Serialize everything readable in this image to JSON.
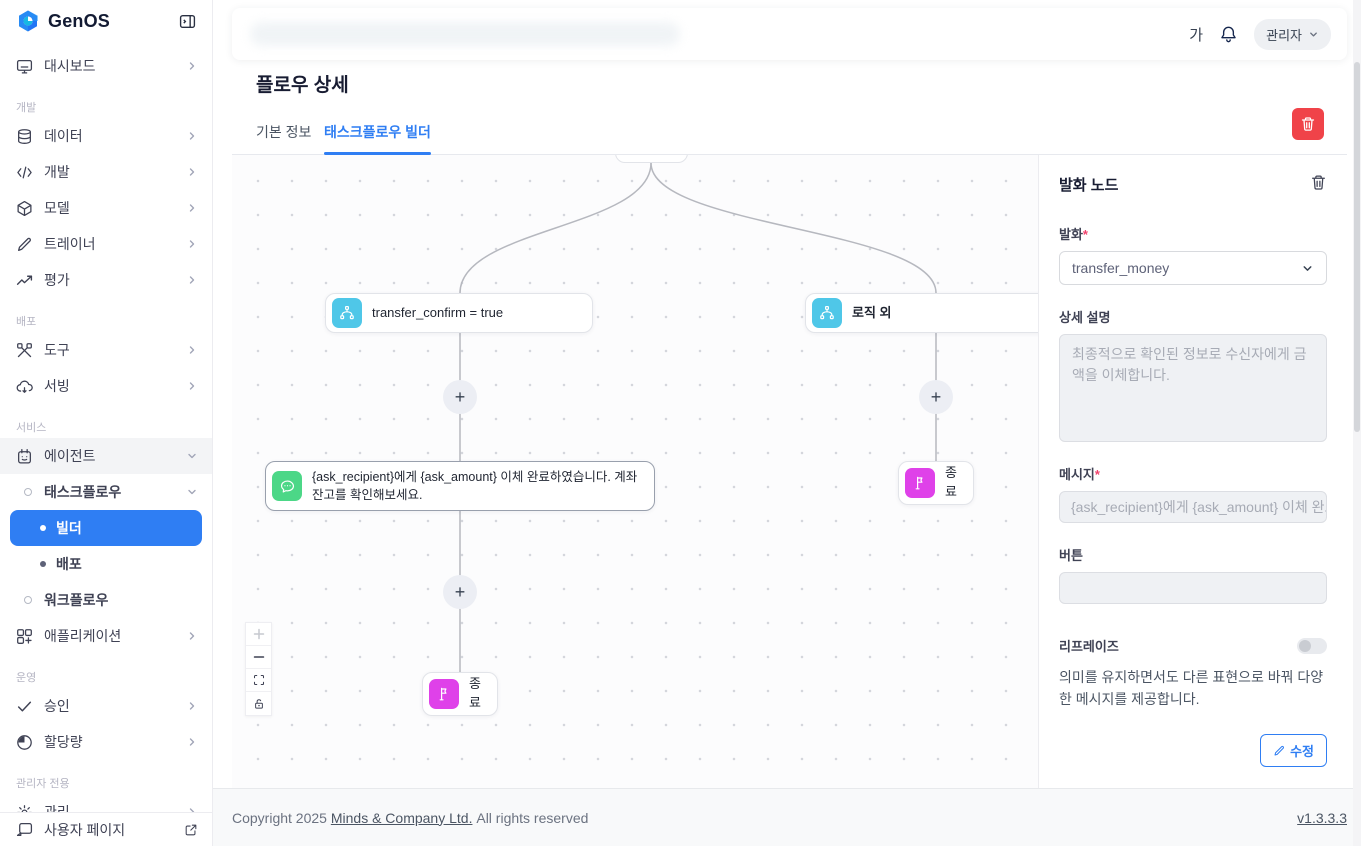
{
  "brand": {
    "name": "GenOS"
  },
  "sidebar": {
    "sections": {
      "dev": "개발",
      "deploy": "배포",
      "service": "서비스",
      "ops": "운영",
      "admin": "관리자 전용"
    },
    "items": [
      {
        "label": "대시보드"
      },
      {
        "label": "데이터"
      },
      {
        "label": "개발"
      },
      {
        "label": "모델"
      },
      {
        "label": "트레이너"
      },
      {
        "label": "평가"
      },
      {
        "label": "도구"
      },
      {
        "label": "서빙"
      },
      {
        "label": "에이전트"
      },
      {
        "label": "태스크플로우"
      },
      {
        "label": "빌더"
      },
      {
        "label": "배포"
      },
      {
        "label": "워크플로우"
      },
      {
        "label": "애플리케이션"
      },
      {
        "label": "승인"
      },
      {
        "label": "할당량"
      },
      {
        "label": "관리"
      },
      {
        "label": "사용자 페이지"
      }
    ]
  },
  "header": {
    "lang": "가",
    "user": "관리자"
  },
  "page": {
    "title": "플로우 상세",
    "tabs": {
      "basic": "기본 정보",
      "builder": "태스크플로우 빌더"
    }
  },
  "canvas": {
    "add_label": "+",
    "nodes": {
      "condition_left": "transfer_confirm = true",
      "condition_right": "로직 외",
      "message": "{ask_recipient}에게 {ask_amount} 이체 완료하였습니다. 계좌 잔고를 확인해보세요.",
      "end_right": "종료",
      "end_bottom": "종료"
    }
  },
  "panel": {
    "title": "발화 노드",
    "required_mark": "*",
    "utterance_label": "발화",
    "utterance_value": "transfer_money",
    "description_label": "상세 설명",
    "description_value": "최종적으로 확인된 정보로 수신자에게 금액을 이체합니다.",
    "message_label": "메시지",
    "message_value": "{ask_recipient}에게 {ask_amount} 이체 완료하",
    "button_label": "버튼",
    "button_value": "",
    "rephrase_label": "리프레이즈",
    "rephrase_desc": "의미를 유지하면서도 다른 표현으로 바꿔 다양한 메시지를 제공합니다.",
    "edit_button": "수정"
  },
  "footer": {
    "copyright_prefix": "Copyright 2025",
    "company": "Minds & Company Ltd.",
    "copyright_suffix": "All rights reserved",
    "version": "v1.3.3.3"
  },
  "colors": {
    "accent": "#2f7ef3",
    "condition_icon": "#4fc7e8",
    "message_icon": "#4cd787",
    "end_icon": "#df41e9",
    "delete_button": "#f04349"
  }
}
